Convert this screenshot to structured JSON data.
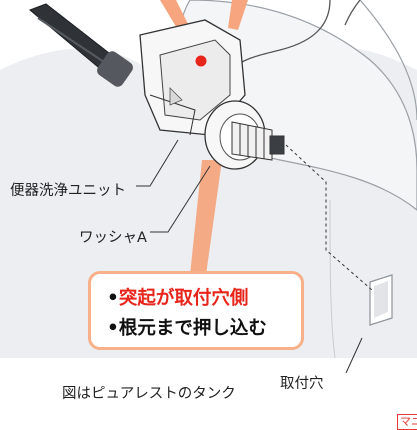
{
  "labels": {
    "unit": "便器洗浄ユニット",
    "washer": "ワッシャA",
    "hole": "取付穴",
    "caption": "図はピュアレストのタンク",
    "corner_note": "マニ"
  },
  "callout": {
    "line1_bullet": "•",
    "line1_highlight": "突起が取付穴側",
    "line2": "•根元まで押し込む"
  },
  "colors": {
    "accent_red": "#e8251b",
    "callout_border": "#f7b08a",
    "arrow_peach": "#f6a57f",
    "tank_gray": "#e9ebee"
  }
}
